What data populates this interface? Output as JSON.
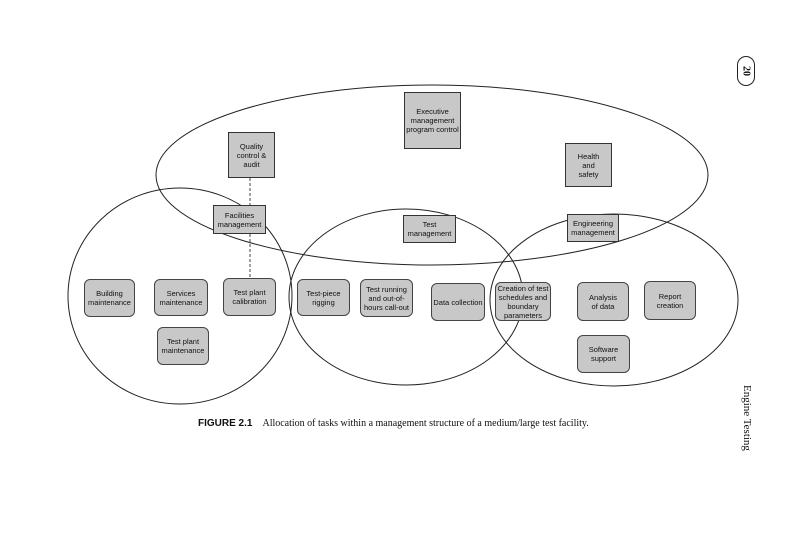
{
  "page": {
    "number": "20",
    "running_head": "Engine Testing"
  },
  "caption": {
    "label": "FIGURE 2.1",
    "text": "Allocation of tasks within a management structure of a medium/large test facility."
  },
  "boxes": {
    "executive": "Executive\nmanagement\nprogram control",
    "quality": "Quality\ncontrol &\naudit",
    "health": "Health\nand\nsafety",
    "facilities": "Facilities\nmanagement",
    "test_mgmt": "Test\nmanagement",
    "engineering": "Engineering\nmanagement",
    "building": "Building\nmaintenance",
    "services": "Services\nmaintenance",
    "calibration": "Test plant\ncalibration",
    "plant_maint": "Test plant\nmaintenance",
    "rigging": "Test-piece\nrigging",
    "running": "Test running\nand out-of-\nhours call-out",
    "data_collection": "Data collection",
    "schedules": "Creation of test\nschedules and\nboundary\nparameters",
    "analysis": "Analysis\nof data",
    "report": "Report\ncreation",
    "software": "Software\nsupport"
  }
}
